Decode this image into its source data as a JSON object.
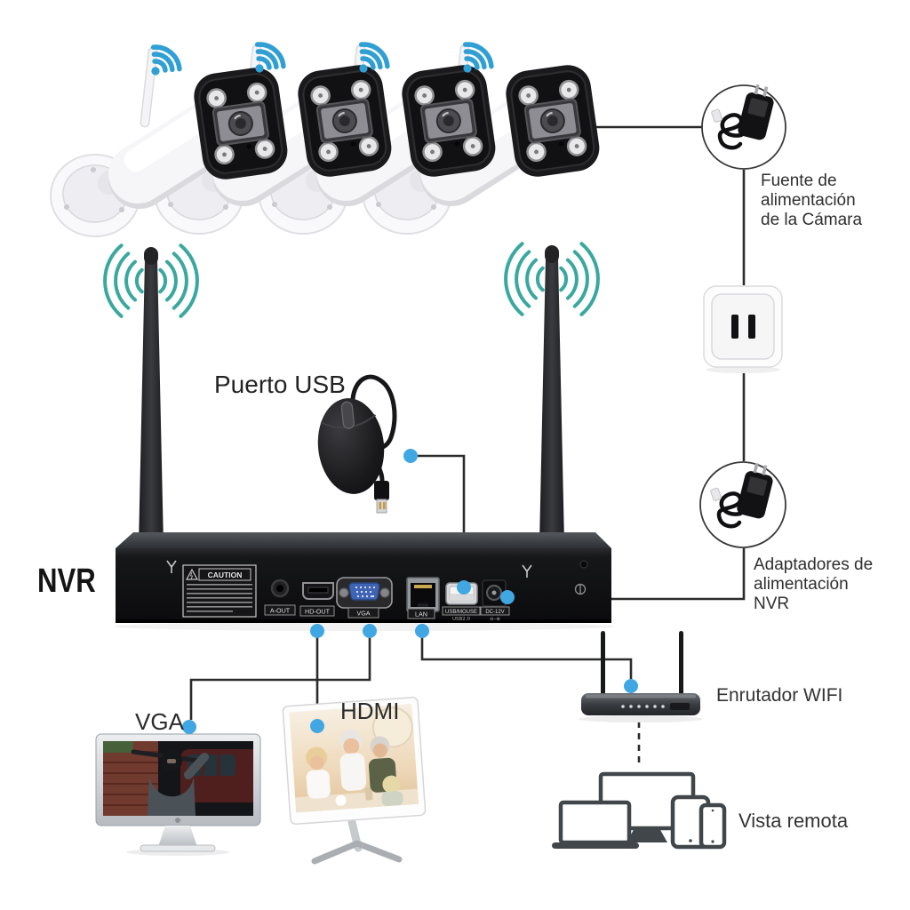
{
  "diagram_title": "Wireless NVR security camera kit connection diagram",
  "colors": {
    "connector_dot": "#41a7e3",
    "wifi_icon_blue": "#2f9fd4",
    "antenna_wave_teal": "#3aa89f",
    "cable_line": "#2b2b2b",
    "device_outline": "#41464b"
  },
  "labels": {
    "nvr": "NVR",
    "usb_port": "Puerto USB",
    "vga": "VGA",
    "hdmi": "HDMI",
    "router": "Enrutador WIFI",
    "remote_view": "Vista remota",
    "camera_power": "Fuente de\nalimentación\nde la Cámara",
    "nvr_power": "Adaptadores de\nalimentación\nNVR"
  },
  "nvr": {
    "caution": "CAUTION",
    "ports": [
      {
        "label": "A-OUT"
      },
      {
        "label": "HD-OUT"
      },
      {
        "label": "VGA"
      },
      {
        "label": "LAN"
      },
      {
        "label": "USB/MOUSE",
        "sub": "USB2.0"
      },
      {
        "label": "DC-12V",
        "sub": "⊖–⊕"
      }
    ]
  },
  "figures": {
    "cameras_count": 4,
    "wifi_symbols_count": 4,
    "nvr_antennas_count": 2,
    "icons": [
      "camera-icon",
      "wifi-icon",
      "power-adapter-icon",
      "wall-outlet-icon",
      "mouse-icon",
      "nvr-icon",
      "vga-monitor-icon",
      "hdmi-monitor-icon",
      "router-icon",
      "laptop-icon",
      "remote-monitor-icon",
      "tablet-icon",
      "phone-icon"
    ]
  }
}
